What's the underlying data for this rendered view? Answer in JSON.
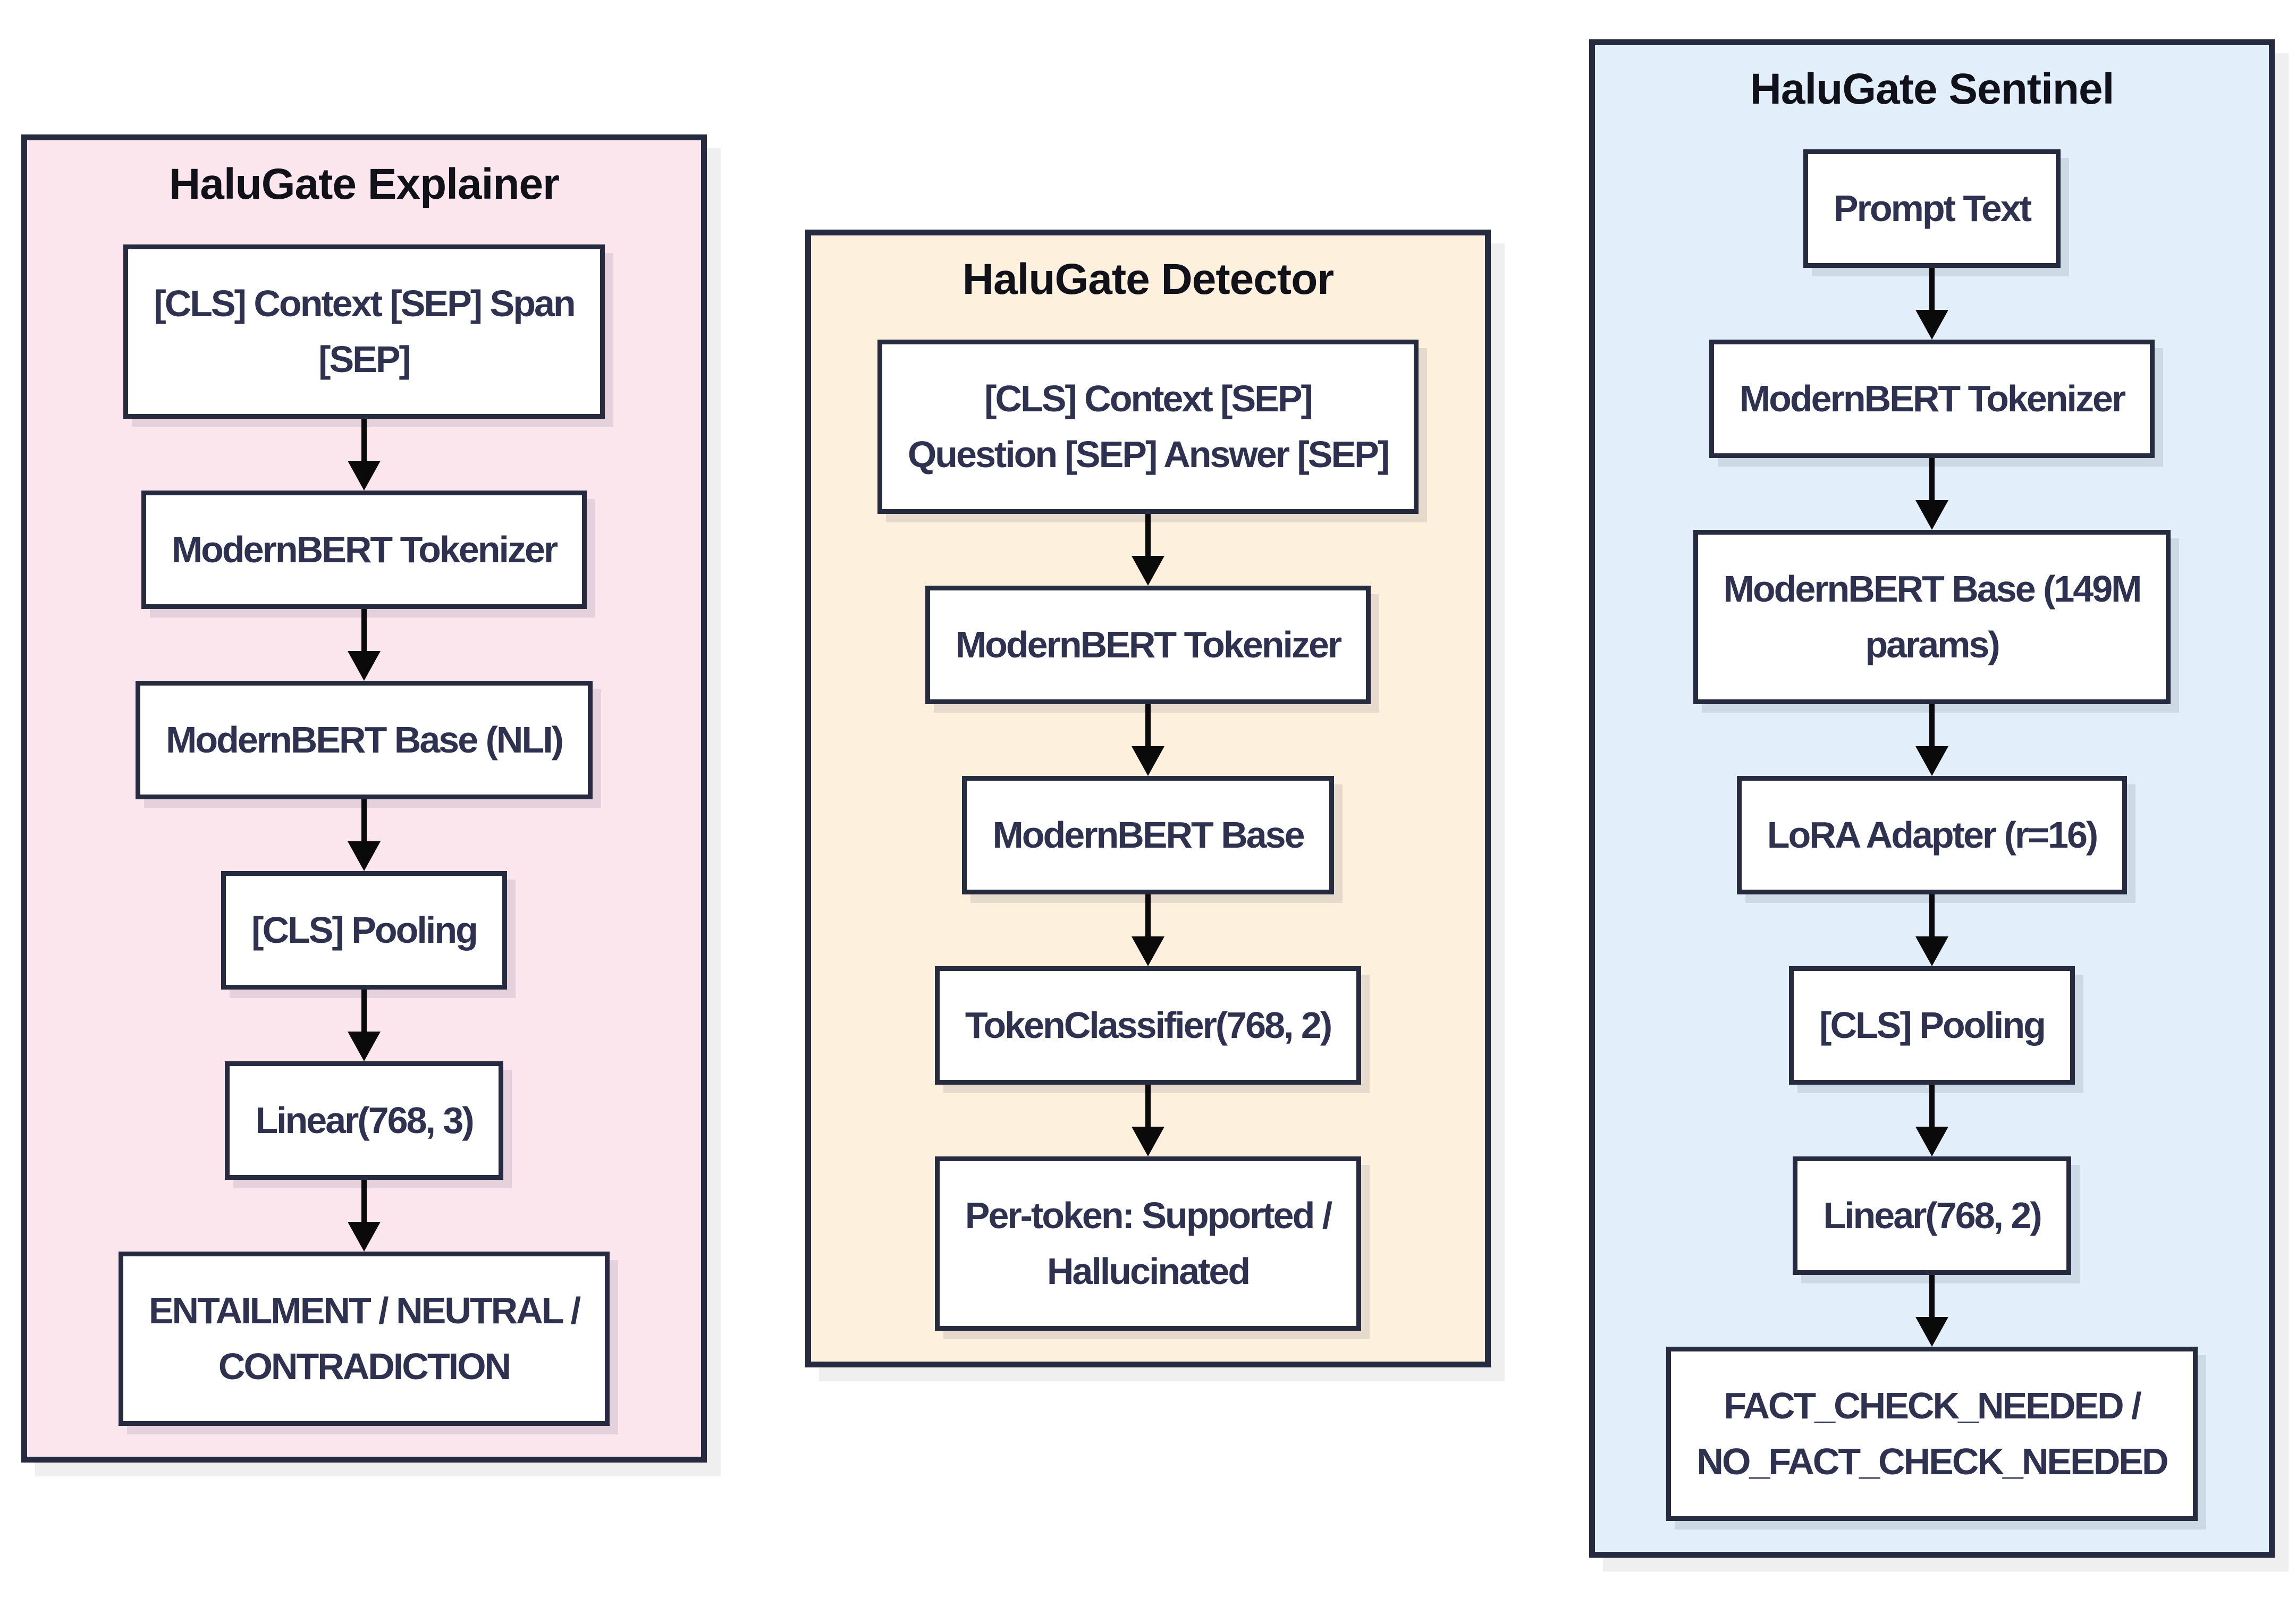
{
  "colors": {
    "page_background": "#ffffff",
    "panel_border": "#272b40",
    "panel_shadow": "#efefef",
    "node_background": "#ffffff",
    "node_border": "#272b40",
    "node_text": "#2e3150",
    "title_text": "#101119",
    "arrow": "#0a0a0a",
    "explainer_panel_bg": "#fbe6ee",
    "detector_panel_bg": "#fdf0dd",
    "sentinel_panel_bg": "#e2effa"
  },
  "panels": [
    {
      "title": "HaluGate Explainer",
      "bg": "#fbe6ee",
      "boxes": [
        "[CLS] Context [SEP] Span\n[SEP]",
        "ModernBERT Tokenizer",
        "ModernBERT Base (NLI)",
        "[CLS] Pooling",
        "Linear(768, 3)",
        "ENTAILMENT / NEUTRAL /\nCONTRADICTION"
      ]
    },
    {
      "title": "HaluGate Detector",
      "bg": "#fdf0dd",
      "boxes": [
        "[CLS] Context [SEP]\nQuestion [SEP] Answer [SEP]",
        "ModernBERT Tokenizer",
        "ModernBERT Base",
        "TokenClassifier(768, 2)",
        "Per-token: Supported /\nHallucinated"
      ]
    },
    {
      "title": "HaluGate Sentinel",
      "bg": "#e2effa",
      "boxes": [
        "Prompt Text",
        "ModernBERT Tokenizer",
        "ModernBERT Base (149M\nparams)",
        "LoRA Adapter (r=16)",
        "[CLS] Pooling",
        "Linear(768, 2)",
        "FACT_CHECK_NEEDED /\nNO_FACT_CHECK_NEEDED"
      ]
    }
  ]
}
